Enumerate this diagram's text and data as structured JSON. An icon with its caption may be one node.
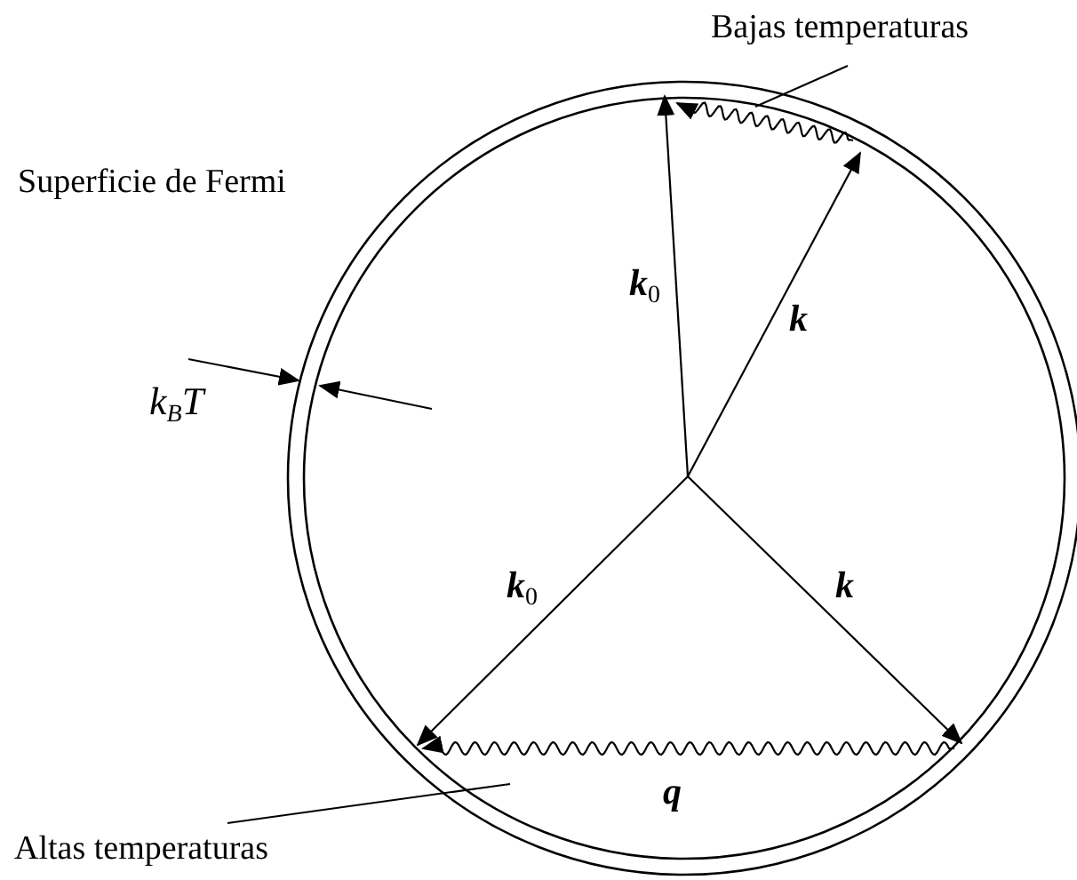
{
  "diagram": {
    "nodes": [
      {
        "text": [
          "Bajas temperaturas"
        ]
      },
      {
        "text": [
          "Altas temperaturas"
        ]
      }
    ],
    "edges": [
      {
        "from": 0,
        "to": null,
        "arrow": "none"
      },
      {
        "from": 1,
        "to": null,
        "arrow": "none"
      }
    ],
    "labels": [
      "Superficie de Fermi",
      "k$_{0}$",
      "k",
      "*k*$_{B}$*T*",
      "k$_{0}$",
      "k",
      "q"
    ]
  }
}
